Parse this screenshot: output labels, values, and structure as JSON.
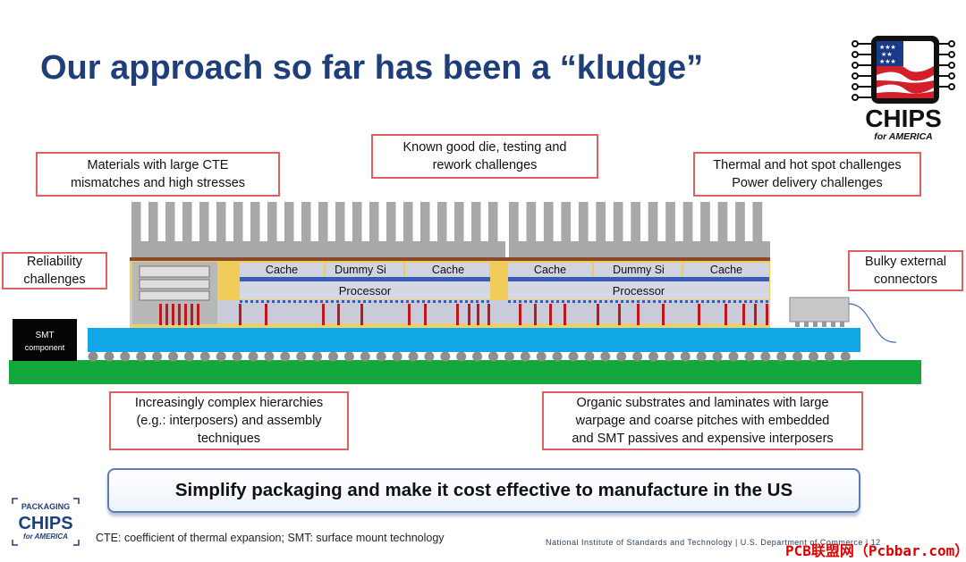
{
  "slide": {
    "title": "Our approach so far has been a “kludge”",
    "callouts": {
      "materials": [
        "Materials with large CTE",
        "mismatches and high stresses"
      ],
      "known_good_die": [
        "Known good die, testing  and",
        "rework challenges"
      ],
      "thermal": [
        "Thermal and hot spot challenges",
        "Power delivery challenges"
      ],
      "reliability": [
        "Reliability",
        "challenges"
      ],
      "bulky": [
        "Bulky external",
        "connectors"
      ],
      "hierarchies": [
        "Increasingly complex hierarchies",
        "(e.g.: interposers) and assembly",
        "techniques"
      ],
      "organic": [
        "Organic substrates and laminates with large",
        "warpage and coarse pitches with embedded",
        "and SMT passives and expensive interposers"
      ]
    },
    "diagram": {
      "smt_label": [
        "SMT",
        "component"
      ],
      "left_package": {
        "cache1": "Cache",
        "dummy": "Dummy Si",
        "cache2": "Cache",
        "processor": "Processor"
      },
      "right_package": {
        "cache1": "Cache",
        "dummy": "Dummy Si",
        "cache2": "Cache",
        "processor": "Processor"
      },
      "colors": {
        "heatsink": "#a8a8a8",
        "substrate": "#12a8e8",
        "board": "#14a83c",
        "interposer": "#f0cc5a",
        "bumps": "#c01818"
      }
    },
    "banner": "Simplify packaging and make it cost effective to manufacture in the US",
    "footnote": "CTE: coefficient of thermal expansion;  SMT: surface mount technology",
    "footer": "National Institute of Standards and Technology | U.S. Department of Commerce   |   12",
    "watermark": "PCB联盟网（Pcbbar.com）",
    "logo_main": {
      "word": "CHIPS",
      "sub": "for AMERICA"
    },
    "logo_small": {
      "top": "PACKAGING",
      "word": "CHIPS",
      "sub": "for AMERICA"
    }
  }
}
